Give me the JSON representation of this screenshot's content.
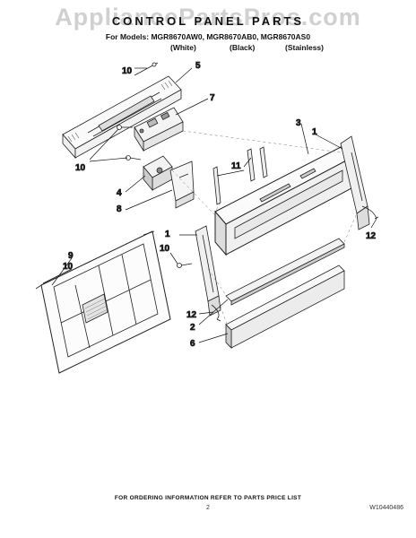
{
  "watermark": "AppliancePartsPros.com",
  "title": "CONTROL PANEL PARTS",
  "models_line": "For Models: MGR8670AW0, MGR8670AB0, MGR8670AS0",
  "finishes": [
    "(White)",
    "(Black)",
    "(Stainless)"
  ],
  "callouts": {
    "c10a": "10",
    "c5": "5",
    "c7": "7",
    "c3": "3",
    "c1a": "1",
    "c10b": "10",
    "c11": "11",
    "c4": "4",
    "c8": "8",
    "c12a": "12",
    "c9": "9",
    "c10c": "10",
    "c1b": "1",
    "c10d": "10",
    "c12b": "12",
    "c2": "2",
    "c6": "6"
  },
  "footer": {
    "order_info": "FOR ORDERING INFORMATION REFER TO PARTS PRICE LIST",
    "page": "2",
    "doc_number": "W10440486"
  }
}
